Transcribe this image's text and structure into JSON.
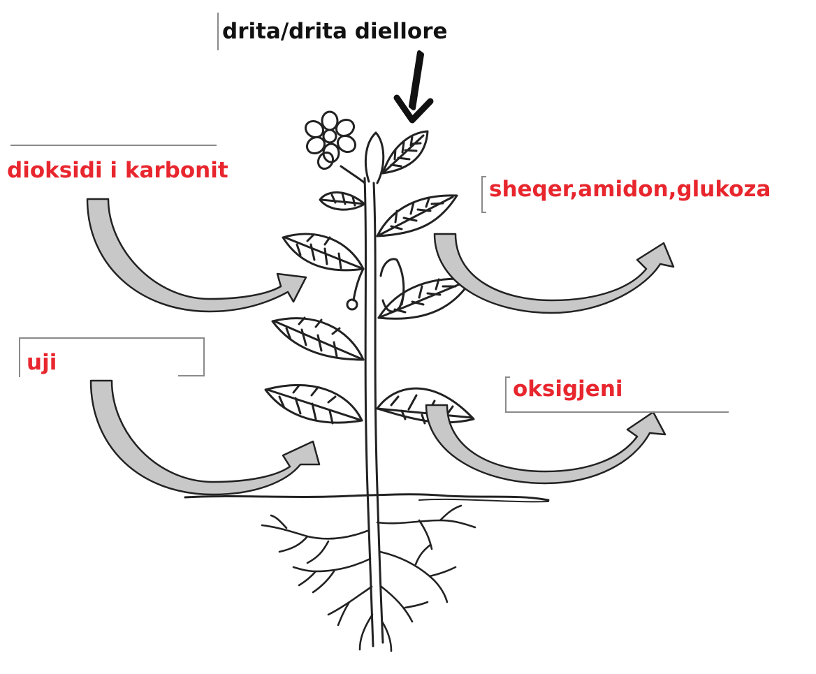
{
  "labels": {
    "light": "drita/drita diellore",
    "carbon_dioxide": "dioksidi i karbonit",
    "sugars": "sheqer,amidon,glukoza",
    "water": "uji",
    "oxygen": "oksigjeni"
  },
  "colors": {
    "input_label": "#e8262e",
    "light_label": "#111111",
    "line_art": "#222222",
    "arrow_fill": "#c8c8c8"
  }
}
